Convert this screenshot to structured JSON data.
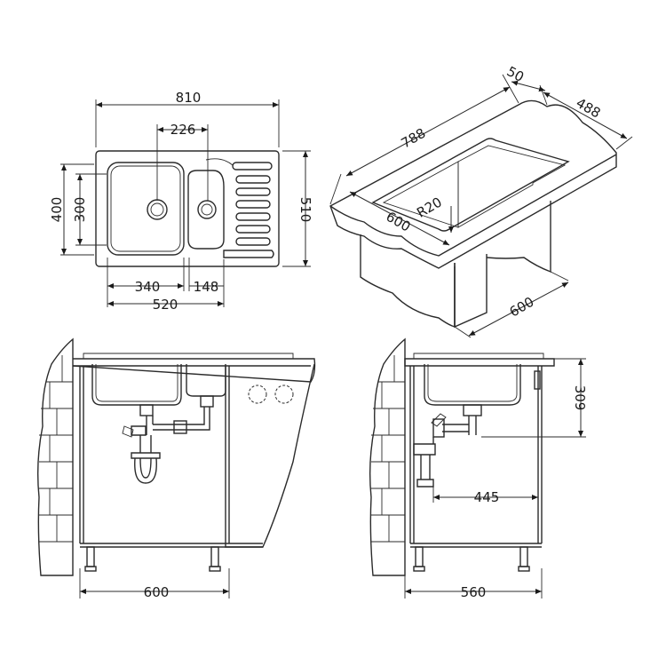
{
  "top_view": {
    "width_label": "810",
    "bowl_center_label": "226",
    "height_label_outer": "400",
    "height_label_inner": "300",
    "depth_label": "510",
    "bowl_width_label": "340",
    "small_bowl_label": "148",
    "total_width_label": "520"
  },
  "iso_view": {
    "rim_label": "50",
    "depth_label": "488",
    "length_label": "788",
    "radius_label": "R20",
    "front_label": "600",
    "cabinet_label": "600"
  },
  "front_view": {
    "cabinet_width_label": "600"
  },
  "side_view": {
    "height_label": "309",
    "drain_offset_label": "445",
    "cabinet_depth_label": "560"
  },
  "colors": {
    "line": "#2b2b2b",
    "wall_shade": "#9a9a9a"
  }
}
